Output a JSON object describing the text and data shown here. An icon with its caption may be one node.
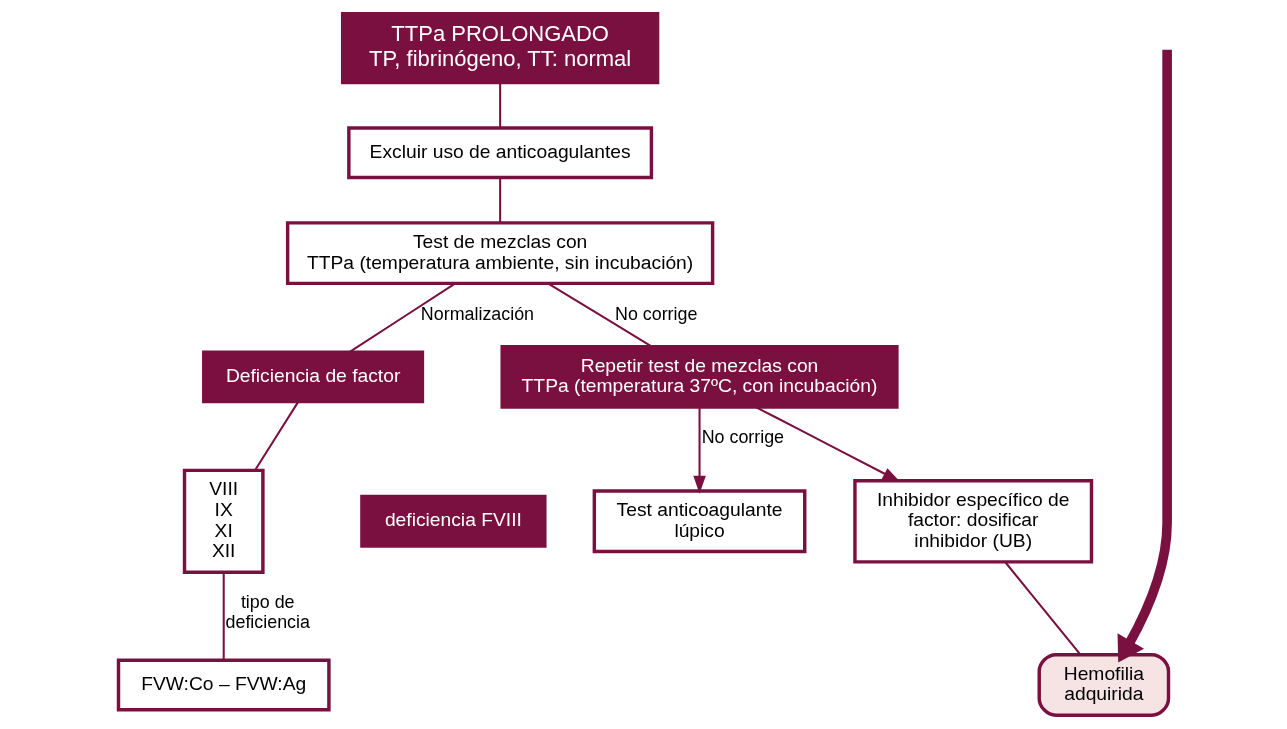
{
  "diagram": {
    "nodes": [
      {
        "text": [
          "TTPa PROLONGADO",
          "TP, fibrinógeno, TT: normal"
        ]
      },
      {
        "text": [
          "Excluir uso de anticoagulantes"
        ]
      },
      {
        "text": [
          "Test de mezclas con TTPa (temperatura ambiente, sin incubación)"
        ]
      },
      {
        "text": [
          "Deficiencia de factor"
        ]
      },
      {
        "text": [
          "VIII IX XI XII"
        ]
      },
      {
        "text": [
          "deficiencia FVIII"
        ]
      },
      {
        "text": [
          "FVW:Co – FVW:Ag"
        ]
      },
      {
        "text": [
          "Repetir test de mezclas con TTPa (temperatura 37ºC, con incubación)"
        ]
      },
      {
        "text": [
          "Test anticoagulante lúpico"
        ]
      },
      {
        "text": [
          "Inhibidor específico de factor: dosificar inhibidor (UB)"
        ]
      },
      {
        "text": [
          "Hemofilia adquirida"
        ]
      }
    ],
    "edges": [
      {
        "from": 0,
        "to": 1,
        "arrow": "none"
      },
      {
        "from": 1,
        "to": 2,
        "arrow": "none"
      },
      {
        "from": 2,
        "to": 3,
        "arrow": "none",
        "label": "Normalización"
      },
      {
        "from": 2,
        "to": 7,
        "arrow": "none",
        "label": "No corrige"
      },
      {
        "from": 3,
        "to": 4,
        "arrow": "none"
      },
      {
        "from": 4,
        "to": 6,
        "arrow": "none",
        "label": "tipo de deficiencia"
      },
      {
        "from": 7,
        "to": 8,
        "arrow": "to",
        "label": "No corrige"
      },
      {
        "from": 7,
        "to": 9,
        "arrow": "to"
      },
      {
        "from": 9,
        "to": 10,
        "arrow": "none"
      },
      {
        "from": null,
        "to": 10,
        "arrow": "to",
        "style": "thick"
      }
    ]
  }
}
